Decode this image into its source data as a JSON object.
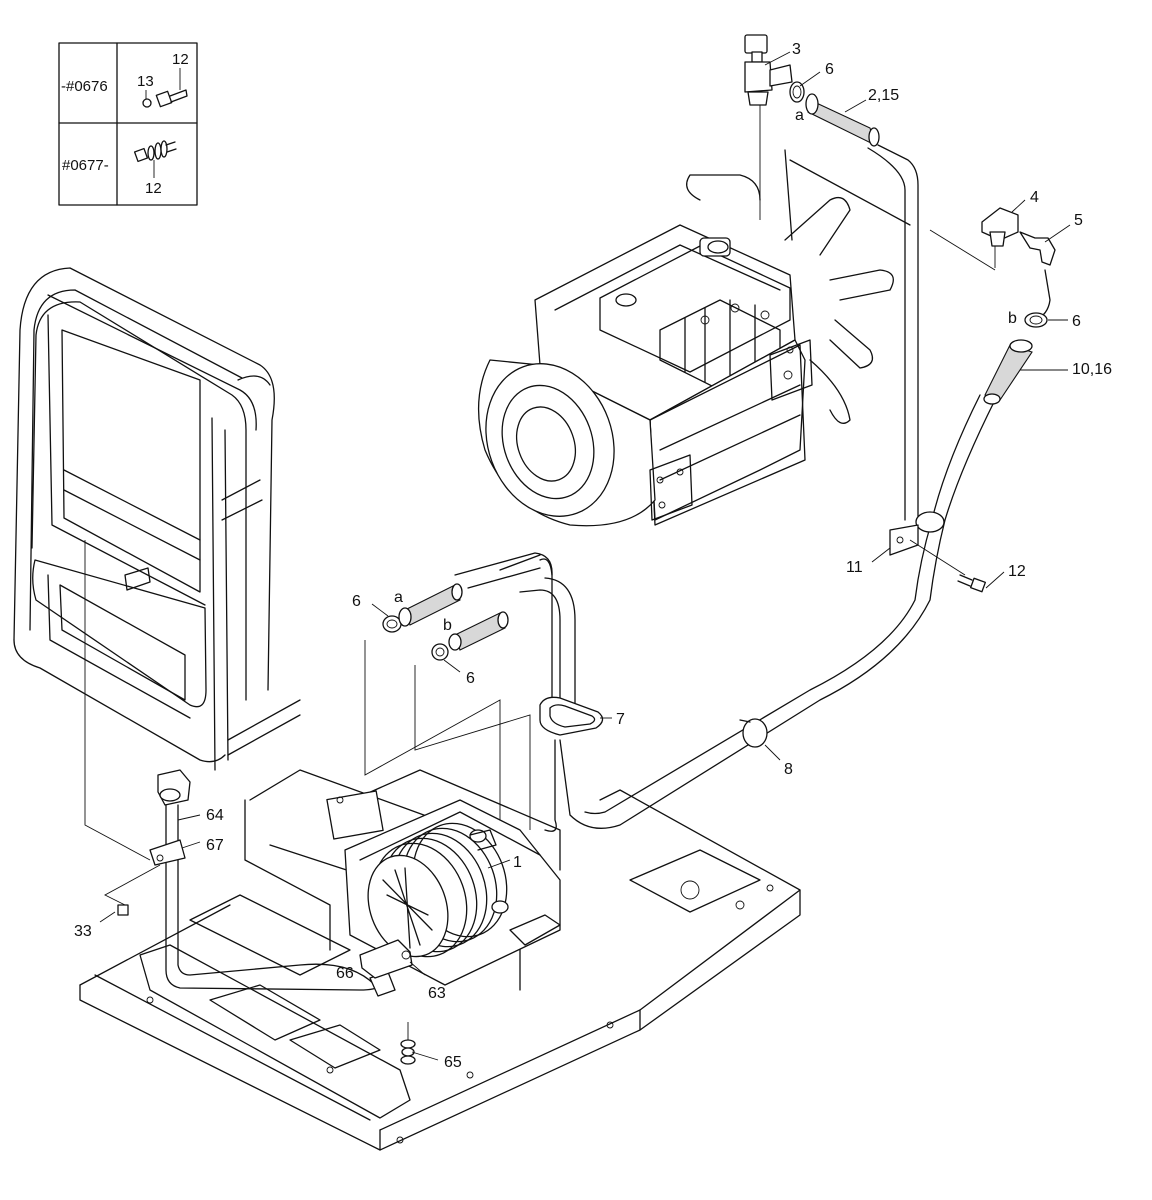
{
  "inset": {
    "rows": [
      {
        "serial": "-#0676",
        "parts": [
          "13",
          "12"
        ]
      },
      {
        "serial": "#0677-",
        "parts": [
          "12"
        ]
      }
    ]
  },
  "callouts": {
    "p1": "1",
    "p2_15": "2,15",
    "p3": "3",
    "p4": "4",
    "p5": "5",
    "p6_top": "6",
    "p6_right": "6",
    "p6_a": "6",
    "p6_b": "6",
    "p7": "7",
    "p8": "8",
    "p10_16": "10,16",
    "p11": "11",
    "p12": "12",
    "p33": "33",
    "p63": "63",
    "p64": "64",
    "p65": "65",
    "p66": "66",
    "p67": "67"
  },
  "hose_ends": {
    "top_a": "a",
    "right_b": "b",
    "mid_a": "a",
    "mid_b": "b"
  }
}
